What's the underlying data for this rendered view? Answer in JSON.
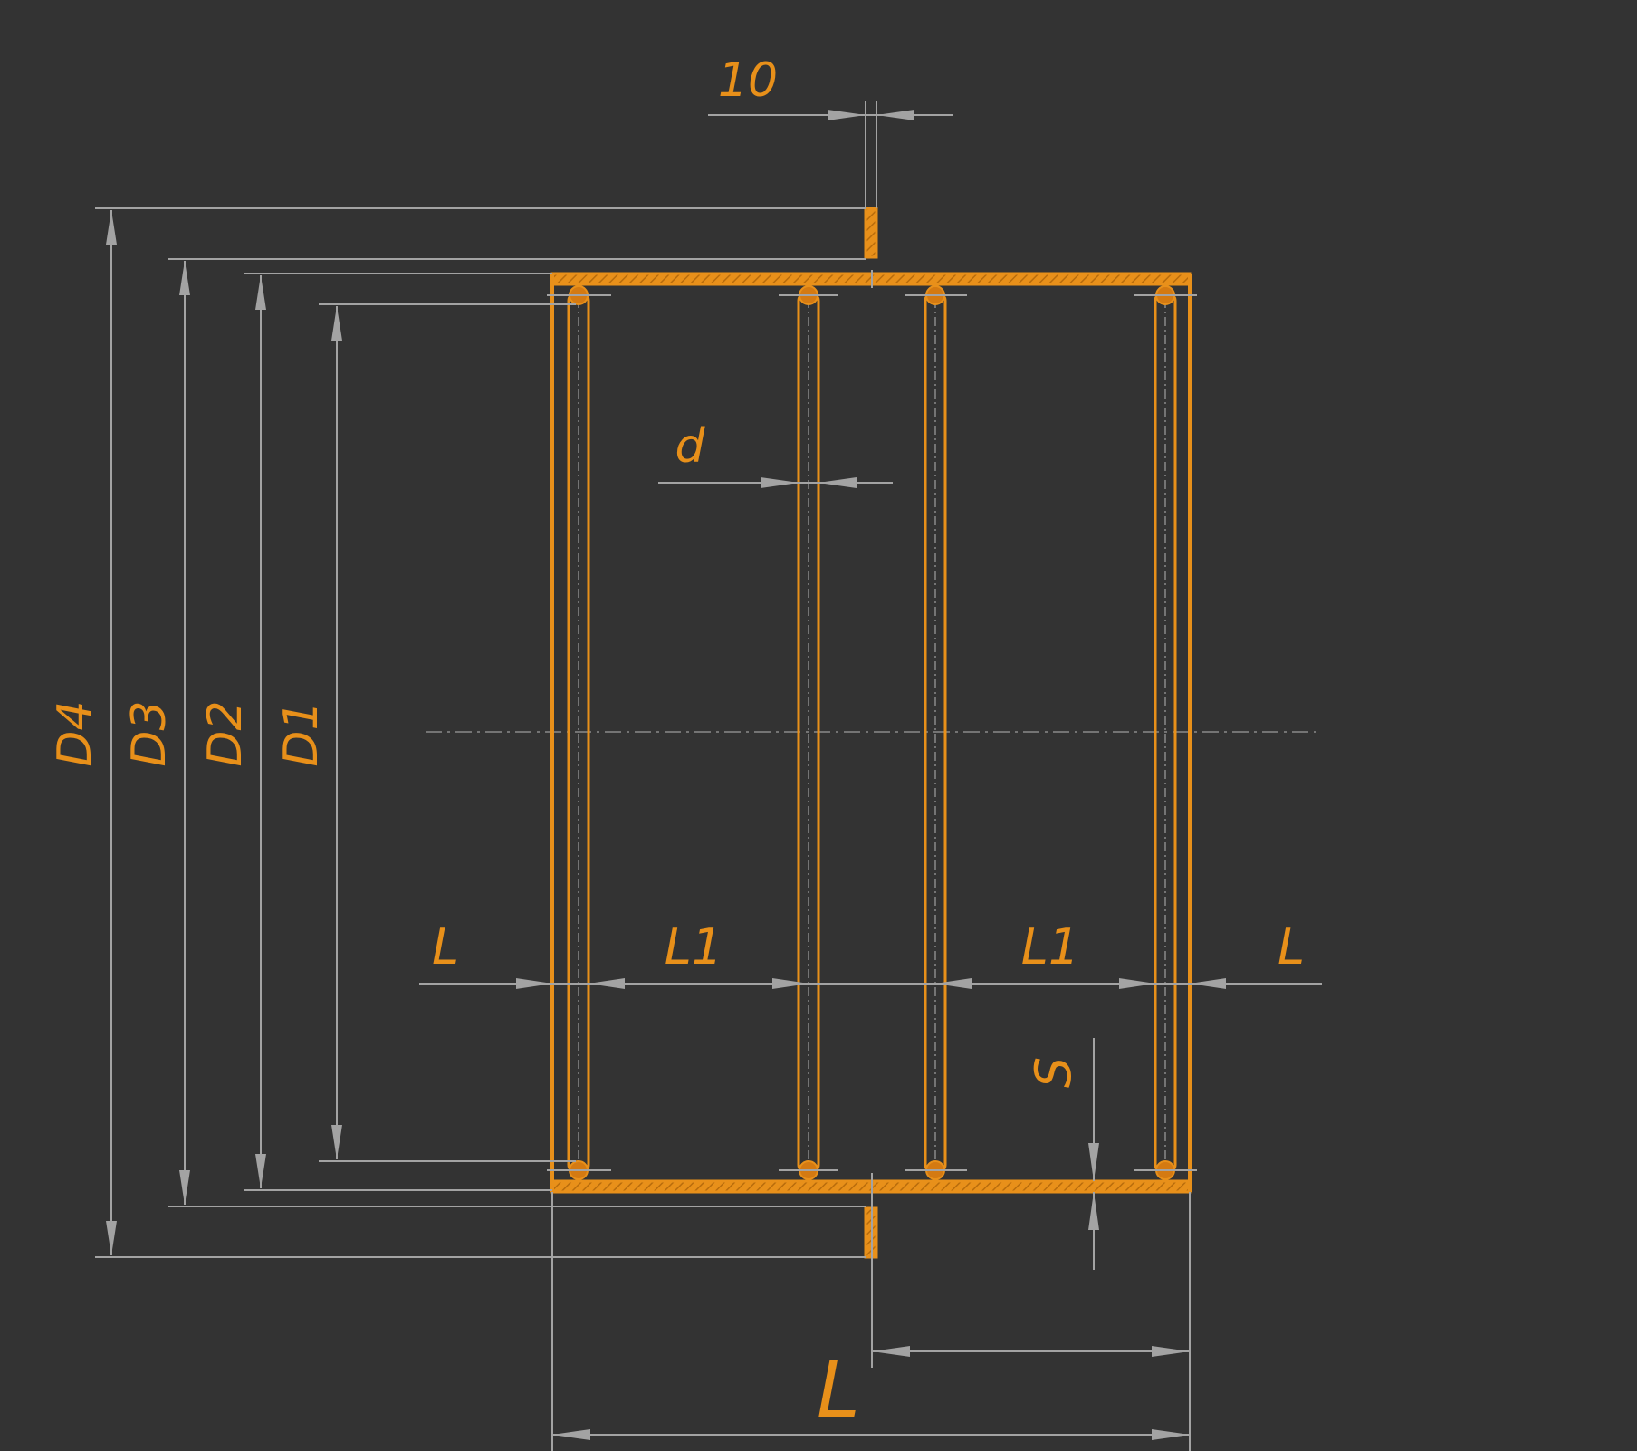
{
  "drawing": {
    "labels": {
      "flange_thickness": "10",
      "wire_diameter": "d",
      "diameter_1": "D1",
      "diameter_2": "D2",
      "diameter_3": "D3",
      "diameter_4": "D4",
      "end_offset_left": "L",
      "end_offset_right": "L",
      "ring_spacing_left": "L1",
      "ring_spacing_right": "L1",
      "wall_thickness": "S",
      "overall_length": "L"
    },
    "colors": {
      "background": "#333333",
      "part": "#e8901a",
      "dimension_lines": "#a3a3a3"
    }
  }
}
